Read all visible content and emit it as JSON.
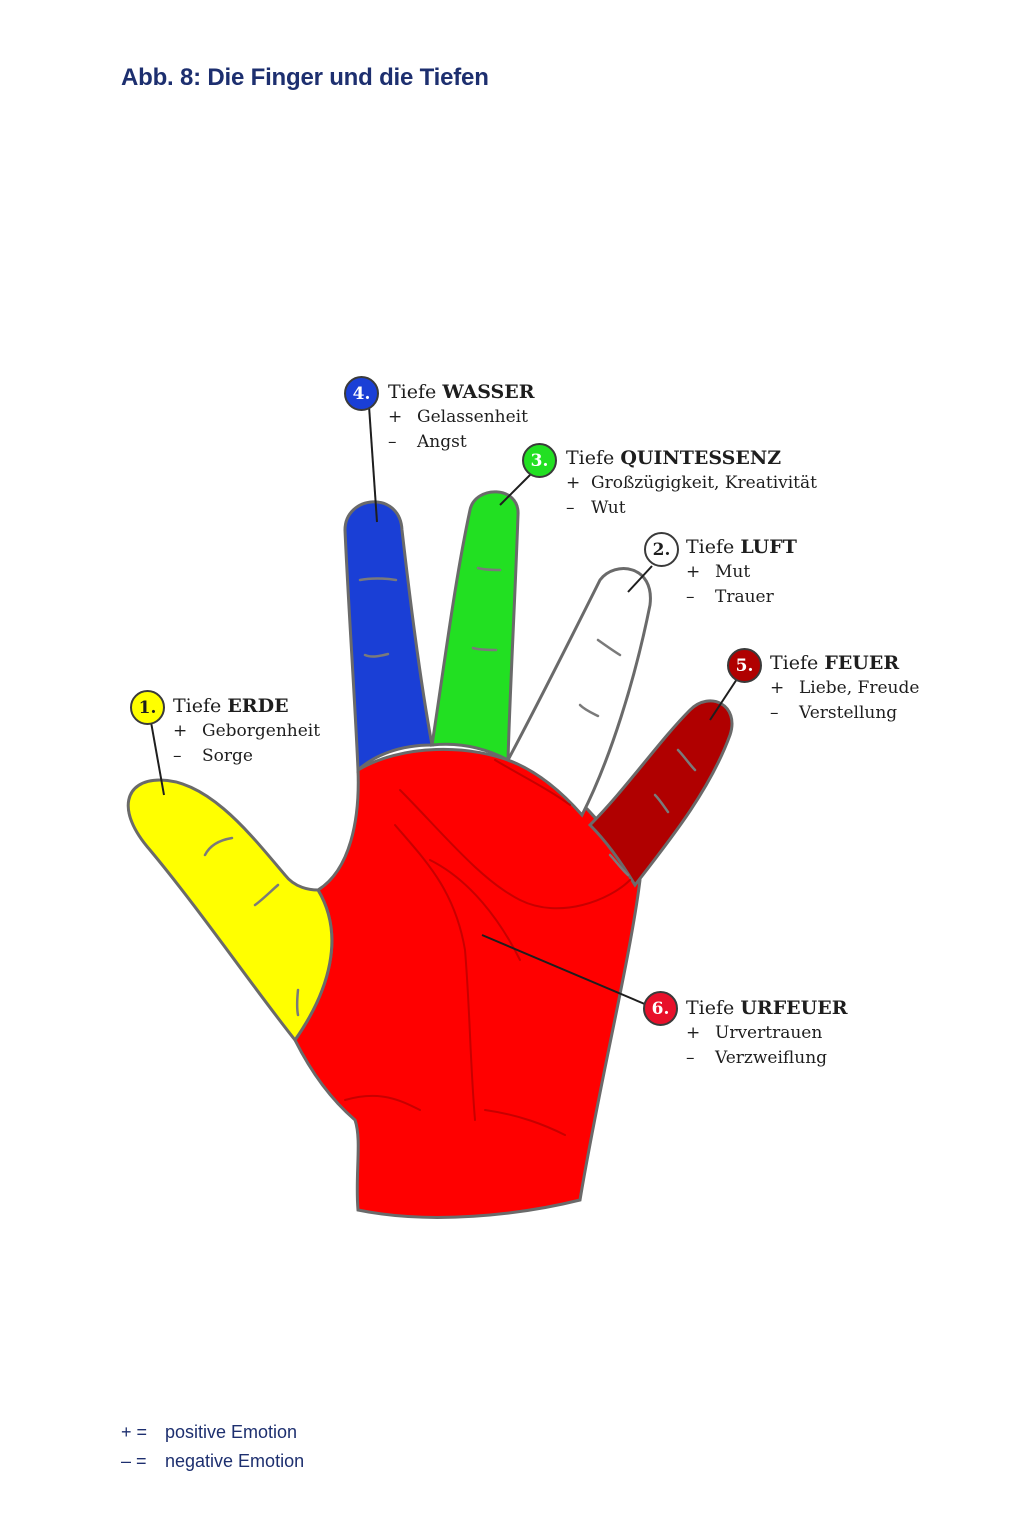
{
  "title": "Abb. 8: Die Finger und die Tiefen",
  "depths": [
    {
      "number": "1.",
      "prefix": "Tiefe",
      "name": "ERDE",
      "positive": "Geborgenheit",
      "negative": "Sorge",
      "color": "#ffff00",
      "text_color": "#1e1e1e"
    },
    {
      "number": "2.",
      "prefix": "Tiefe",
      "name": "LUFT",
      "positive": "Mut",
      "negative": "Trauer",
      "color": "#ffffff",
      "text_color": "#1e1e1e"
    },
    {
      "number": "3.",
      "prefix": "Tiefe",
      "name": "QUINTESSENZ",
      "positive": "Großzügigkeit, Kreativität",
      "negative": "Wut",
      "color": "#22e022",
      "text_color": "#ffffff"
    },
    {
      "number": "4.",
      "prefix": "Tiefe",
      "name": "WASSER",
      "positive": "Gelassenheit",
      "negative": "Angst",
      "color": "#1a3fd6",
      "text_color": "#ffffff"
    },
    {
      "number": "5.",
      "prefix": "Tiefe",
      "name": "FEUER",
      "positive": "Liebe, Freude",
      "negative": "Verstellung",
      "color": "#b00000",
      "text_color": "#ffffff"
    },
    {
      "number": "6.",
      "prefix": "Tiefe",
      "name": "URFEUER",
      "positive": "Urvertrauen",
      "negative": "Verzweiflung",
      "color": "#e8102a",
      "text_color": "#ffffff"
    }
  ],
  "signs": {
    "plus": "+",
    "minus": "–"
  },
  "legend": [
    {
      "symbol": "+ =",
      "text": "positive Emotion"
    },
    {
      "symbol": "– =",
      "text": "negative Emotion"
    }
  ],
  "colors": {
    "title": "#1d2f6f",
    "palm": "#ff0000",
    "outline": "#6a6a6a"
  }
}
